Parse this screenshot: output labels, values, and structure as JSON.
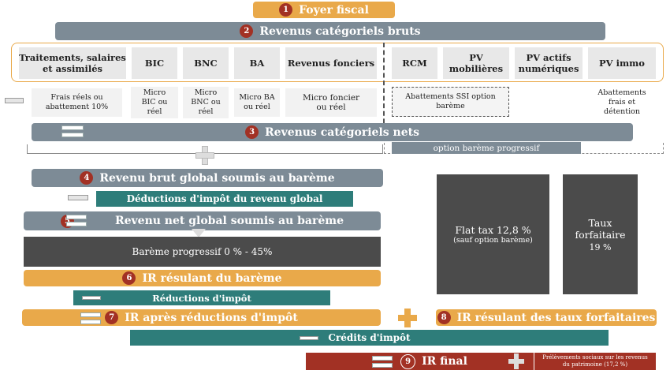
{
  "steps": {
    "s1": {
      "num": "1",
      "label": "Foyer fiscal"
    },
    "s2": {
      "num": "2",
      "label": "Revenus catégoriels bruts"
    },
    "s3": {
      "num": "3",
      "label": "Revenus catégoriels nets"
    },
    "s4": {
      "num": "4",
      "label": "Revenu brut global soumis au barème"
    },
    "s5": {
      "num": "5",
      "label": "Revenu net global soumis au barème"
    },
    "s6": {
      "num": "6",
      "label": "IR résulant du barème"
    },
    "s7": {
      "num": "7",
      "label": "IR après réductions d'impôt"
    },
    "s8": {
      "num": "8",
      "label": "IR résulant des taux forfaitaires"
    },
    "s9": {
      "num": "9",
      "label": "IR final"
    }
  },
  "categories": [
    "Traitements, salaires et assimilés",
    "BIC",
    "BNC",
    "BA",
    "Revenus fonciers",
    "RCM",
    "PV mobilières",
    "PV actifs numériques",
    "PV immo"
  ],
  "adjustments": [
    "Frais réels ou abattement 10%",
    "Micro BIC ou réel",
    "Micro BNC ou réel",
    "Micro BA ou réel",
    "Micro foncier ou réel",
    "Abattements SSI option barème",
    "Abattements frais et détention"
  ],
  "option_bareme": "option barème progressif",
  "deductions": "Déductions d'impôt du revenu global",
  "bareme": "Barème progressif 0 % - 45%",
  "reductions": "Réductions d'impôt",
  "credits": "Crédits d'impôt",
  "flat_tax": {
    "title": "Flat tax 12,8 %",
    "note": "(sauf option barème)"
  },
  "taux_forfaitaire": {
    "title": "Taux forfaitaire",
    "rate": "19 %"
  },
  "prelevements": "Prélèvements sociaux sur les revenus du patrimoine (17,2 %)",
  "colors": {
    "orange": "#e9a94a",
    "slate": "#7d8b96",
    "teal": "#2e7d7a",
    "dark": "#4b4b4b",
    "red": "#a23124"
  }
}
